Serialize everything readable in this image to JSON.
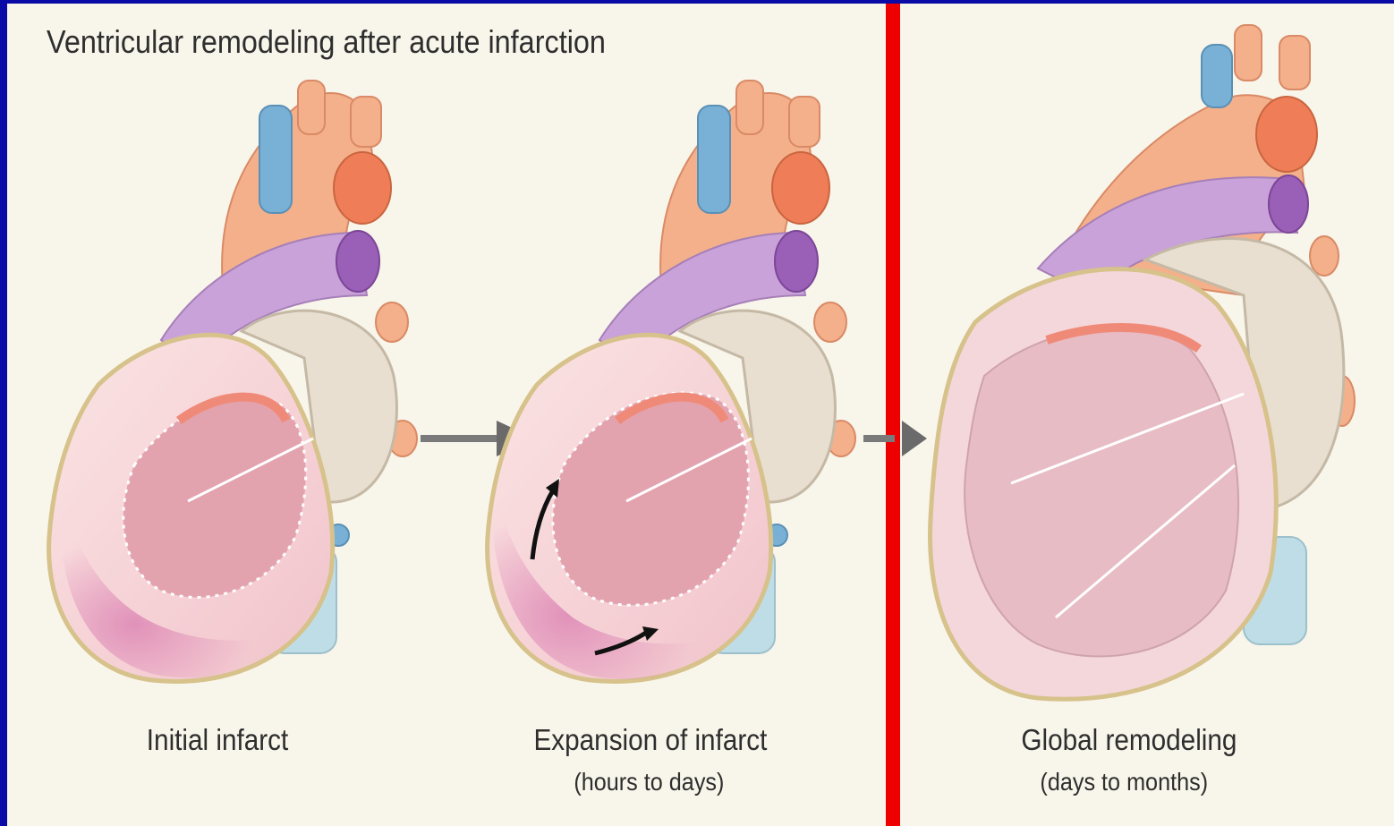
{
  "title": "Ventricular remodeling after acute infarction",
  "stages": [
    {
      "label": "Initial infarct",
      "sub": ""
    },
    {
      "label": "Expansion of infarct",
      "sub": "(hours to days)"
    },
    {
      "label": "Global remodeling",
      "sub": "(days to months)"
    }
  ],
  "colors": {
    "background": "#0a0aa6",
    "divider": "#ee0000",
    "panel": "#f8f5ea",
    "myocardium": "#f6d6d8",
    "aorta": "#f4b08a",
    "vein": "#79b1d6",
    "pulmonary": "#c8a2d8",
    "infarct": "#d98fb4"
  }
}
